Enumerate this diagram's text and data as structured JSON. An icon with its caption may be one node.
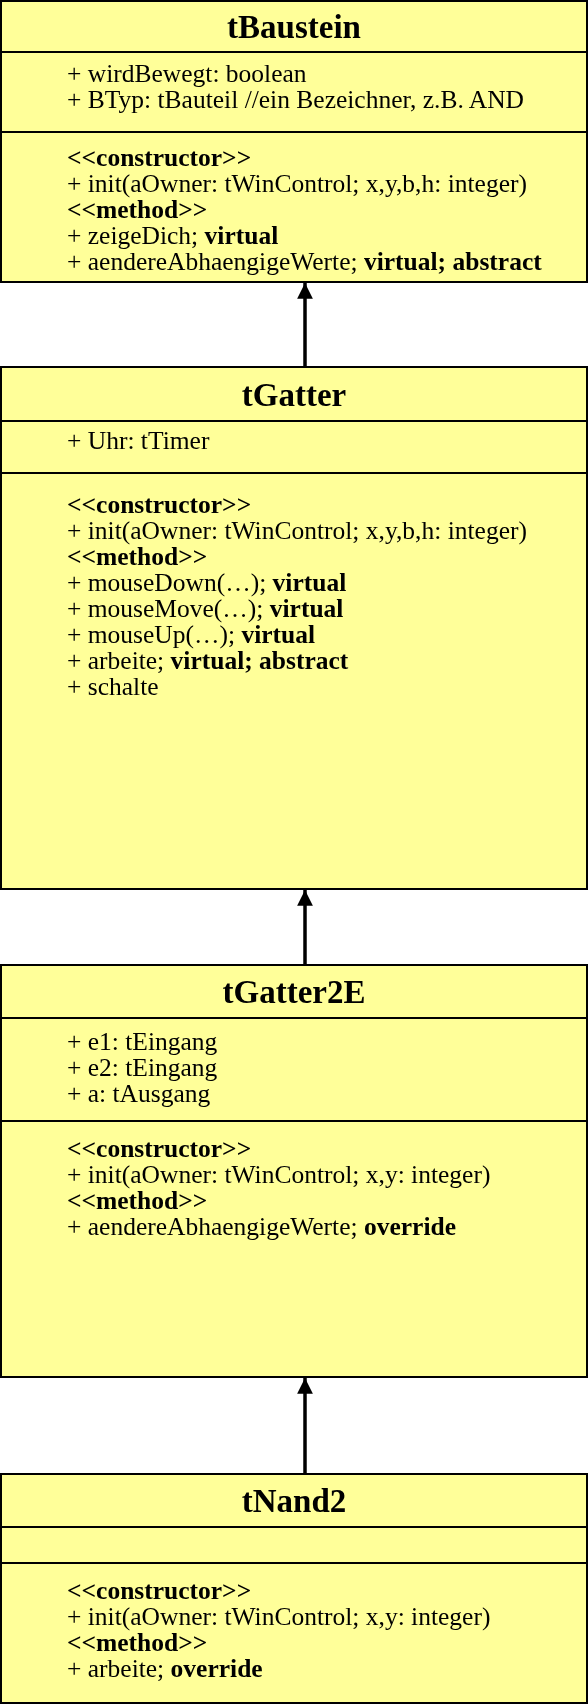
{
  "diagram": {
    "nodes": [
      {
        "text": [
          "tBaustein"
        ]
      },
      {
        "text": [
          "+ wirdBewegt: boolean",
          "+ BTyp: tBauteil //ein Bezeichner, z.B. AND"
        ],
        "in": 0
      },
      {
        "text": [
          "**<<constructor>>**",
          "+ init(aOwner: tWinControl; x,y,b,h: integer)",
          "**<<method>>**",
          "+ zeigeDich; **virtual**",
          "+ aendereAbhaengigeWerte; **virtual; abstract**"
        ],
        "in": 0
      },
      {
        "text": [
          "tGatter"
        ]
      },
      {
        "text": [
          "+ Uhr: tTimer"
        ],
        "in": 3
      },
      {
        "text": [
          "**<<constructor>>**",
          "+ init(aOwner: tWinControl; x,y,b,h: integer)",
          "**<<method>>**",
          "+ mouseDown(…); **virtual**",
          "+ mouseMove(…); **virtual**",
          "+ mouseUp(…); **virtual**",
          "+ arbeite; **virtual; abstract**",
          "+ schalte"
        ],
        "in": 3
      },
      {
        "text": [
          "tGatter2E"
        ]
      },
      {
        "text": [
          "+ e1: tEingang",
          "+ e2: tEingang",
          "+ a: tAusgang"
        ],
        "in": 6
      },
      {
        "text": [
          "**<<constructor>>**",
          "+ init(aOwner: tWinControl; x,y: integer)",
          "**<<method>>**",
          "+ aendereAbhaengigeWerte; **override**"
        ],
        "in": 6
      },
      {
        "text": [
          "tNand2"
        ]
      },
      {
        "text": [],
        "shape": "box",
        "in": 9
      },
      {
        "text": [
          "**<<constructor>>**",
          "+ init(aOwner: tWinControl; x,y: integer)",
          "**<<method>>**",
          "+ arbeite; **override**"
        ],
        "in": 9
      }
    ],
    "edges": [
      {
        "from": 3,
        "to": 0,
        "arrow": "to"
      },
      {
        "from": 6,
        "to": 3,
        "arrow": "to"
      },
      {
        "from": 9,
        "to": 6,
        "arrow": "to"
      }
    ]
  }
}
